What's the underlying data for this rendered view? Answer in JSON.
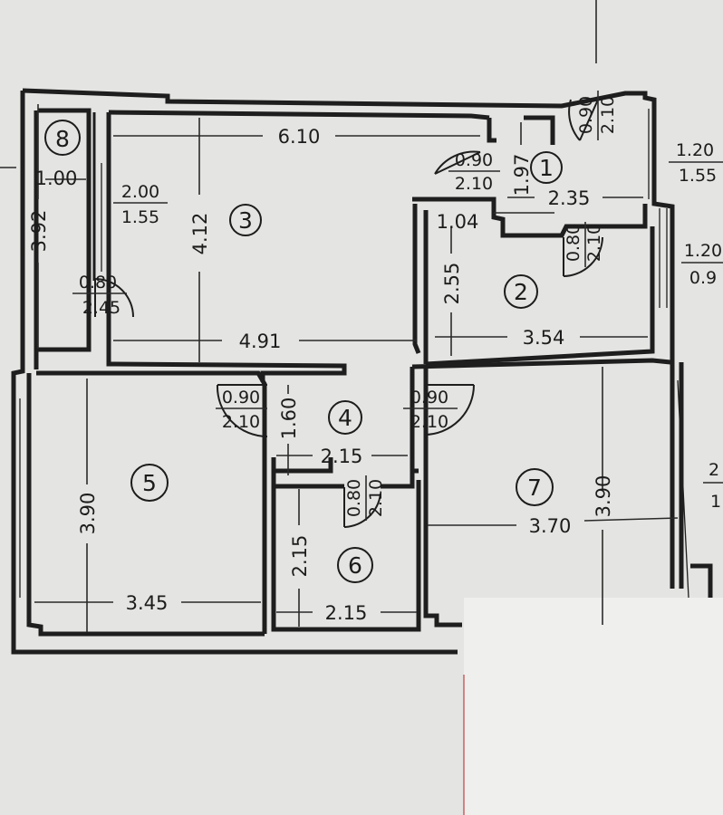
{
  "rooms": [
    {
      "id": "room-1",
      "number": "1"
    },
    {
      "id": "room-2",
      "number": "2"
    },
    {
      "id": "room-3",
      "number": "3"
    },
    {
      "id": "room-4",
      "number": "4"
    },
    {
      "id": "room-5",
      "number": "5"
    },
    {
      "id": "room-6",
      "number": "6"
    },
    {
      "id": "room-7",
      "number": "7"
    },
    {
      "id": "room-8",
      "number": "8"
    }
  ],
  "dimensions": {
    "d610": "6.10",
    "d412": "4.12",
    "d491": "4.91",
    "d392": "3.92",
    "d100": "1.00",
    "d197": "1.97",
    "d235": "2.35",
    "d104": "1.04",
    "d255": "2.55",
    "d354": "3.54",
    "d160": "1.60",
    "d215a": "2.15",
    "d390a": "3.90",
    "d345": "3.45",
    "d215b": "2.15",
    "d215c": "2.15",
    "d370": "3.70",
    "d390b": "3.90"
  },
  "openings": {
    "o_r3_w": "2.00",
    "o_r3_h": "1.55",
    "o_r8door_w": "0.80",
    "o_r8door_h": "2.45",
    "o_r1door_w": "0.90",
    "o_r1door_h": "2.10",
    "o_topdoor_w": "0.90",
    "o_topdoor_h": "2.10",
    "o_win1_w": "1.20",
    "o_win1_h": "1.55",
    "o_win2_w": "1.20",
    "o_win2_h": "0.9",
    "o_r2door_w": "0.80",
    "o_r2door_h": "2.10",
    "o_r5door_w": "0.90",
    "o_r5door_h": "2.10",
    "o_r7door_w": "0.90",
    "o_r7door_h": "2.10",
    "o_r6door_w": "0.80",
    "o_r6door_h": "2.10",
    "o_win3_w": "2",
    "o_win3_h": "1"
  }
}
